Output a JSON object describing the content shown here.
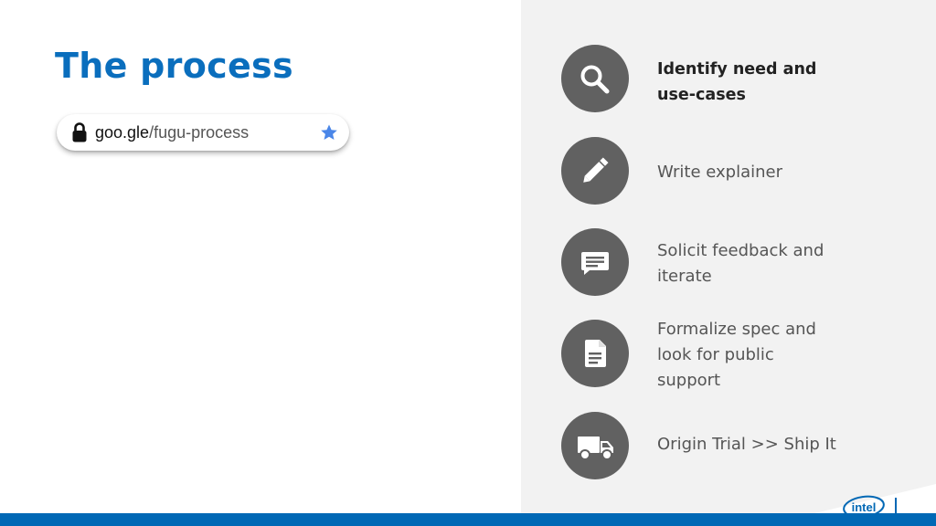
{
  "slide": {
    "title": "The process",
    "url": {
      "domain": "goo.gle",
      "path": "/fugu-process"
    },
    "steps": [
      {
        "label_lines": [
          "Identify need and",
          "use-cases"
        ],
        "icon": "search-icon",
        "bold": true
      },
      {
        "label_lines": [
          "Write explainer"
        ],
        "icon": "pencil-icon",
        "bold": false
      },
      {
        "label_lines": [
          "Solicit feedback and",
          "iterate"
        ],
        "icon": "comment-icon",
        "bold": false
      },
      {
        "label_lines": [
          "Formalize spec and",
          "look for public",
          "support"
        ],
        "icon": "document-icon",
        "bold": false
      },
      {
        "label_lines": [
          "Origin Trial >> Ship It"
        ],
        "icon": "truck-icon",
        "bold": false
      }
    ],
    "logo": "intel"
  },
  "colors": {
    "title": "#0a6ebd",
    "icon_circle": "#616161",
    "footer_bar": "#0068b5",
    "star": "#4a86e8"
  }
}
